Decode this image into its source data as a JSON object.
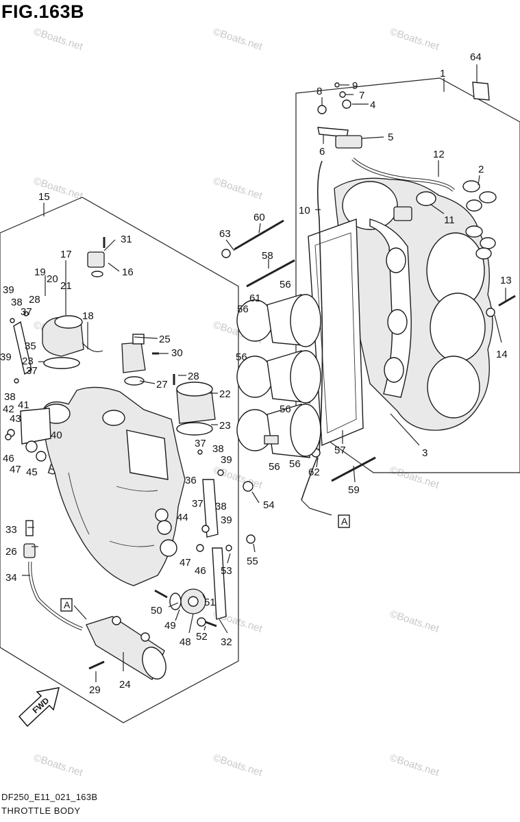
{
  "figure": {
    "title": "FIG.163B",
    "drawing_code": "DF250_E11_021_163B",
    "section_name": "THROTTLE BODY",
    "watermark": "©Boats.net",
    "watermark_main": "Boats.net",
    "forward_label": "FWD",
    "ref_label": "A"
  },
  "callouts": [
    {
      "n": "1"
    },
    {
      "n": "2"
    },
    {
      "n": "3"
    },
    {
      "n": "4"
    },
    {
      "n": "5"
    },
    {
      "n": "6"
    },
    {
      "n": "7"
    },
    {
      "n": "8"
    },
    {
      "n": "9"
    },
    {
      "n": "10"
    },
    {
      "n": "11"
    },
    {
      "n": "12"
    },
    {
      "n": "13"
    },
    {
      "n": "14"
    },
    {
      "n": "15"
    },
    {
      "n": "16"
    },
    {
      "n": "17"
    },
    {
      "n": "18"
    },
    {
      "n": "19"
    },
    {
      "n": "20"
    },
    {
      "n": "21"
    },
    {
      "n": "22"
    },
    {
      "n": "23"
    },
    {
      "n": "23"
    },
    {
      "n": "24"
    },
    {
      "n": "25"
    },
    {
      "n": "26"
    },
    {
      "n": "27"
    },
    {
      "n": "28"
    },
    {
      "n": "28"
    },
    {
      "n": "29"
    },
    {
      "n": "30"
    },
    {
      "n": "31"
    },
    {
      "n": "32"
    },
    {
      "n": "33"
    },
    {
      "n": "34"
    },
    {
      "n": "35"
    },
    {
      "n": "36"
    },
    {
      "n": "37"
    },
    {
      "n": "37"
    },
    {
      "n": "37"
    },
    {
      "n": "37"
    },
    {
      "n": "38"
    },
    {
      "n": "38"
    },
    {
      "n": "38"
    },
    {
      "n": "38"
    },
    {
      "n": "39"
    },
    {
      "n": "39"
    },
    {
      "n": "39"
    },
    {
      "n": "39"
    },
    {
      "n": "40"
    },
    {
      "n": "41"
    },
    {
      "n": "42"
    },
    {
      "n": "43"
    },
    {
      "n": "44"
    },
    {
      "n": "45"
    },
    {
      "n": "46"
    },
    {
      "n": "46"
    },
    {
      "n": "47"
    },
    {
      "n": "47"
    },
    {
      "n": "48"
    },
    {
      "n": "49"
    },
    {
      "n": "50"
    },
    {
      "n": "51"
    },
    {
      "n": "52"
    },
    {
      "n": "53"
    },
    {
      "n": "54"
    },
    {
      "n": "55"
    },
    {
      "n": "56"
    },
    {
      "n": "56"
    },
    {
      "n": "56"
    },
    {
      "n": "56"
    },
    {
      "n": "56"
    },
    {
      "n": "56"
    },
    {
      "n": "57"
    },
    {
      "n": "58"
    },
    {
      "n": "59"
    },
    {
      "n": "60"
    },
    {
      "n": "61"
    },
    {
      "n": "62"
    },
    {
      "n": "63"
    },
    {
      "n": "64"
    }
  ]
}
